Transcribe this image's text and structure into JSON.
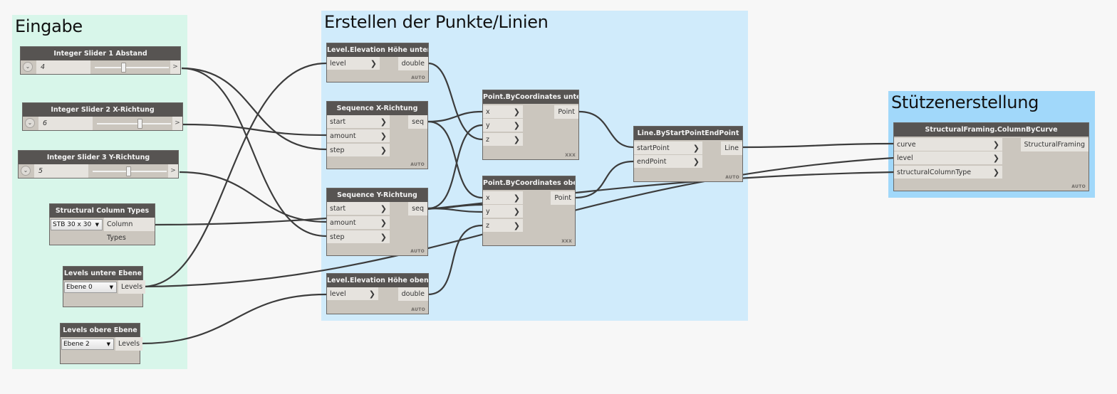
{
  "groups": [
    {
      "id": "eingabe",
      "title": "Eingabe",
      "color": "#d8f6ea"
    },
    {
      "id": "punkte",
      "title": "Erstellen der Punkte/Linien",
      "color": "#d0ebfb"
    },
    {
      "id": "stuetzen",
      "title": "Stützenerstellung",
      "color": "#a1d8fa"
    }
  ],
  "nodes": {
    "slider1": {
      "title": "Integer Slider 1 Abstand",
      "value": "4",
      "slider_fraction": 0.35,
      "output": ">"
    },
    "slider2": {
      "title": "Integer Slider 2 X-Richtung",
      "value": "6",
      "slider_fraction": 0.6,
      "output": ">"
    },
    "slider3": {
      "title": "Integer Slider 3 Y-Richtung",
      "value": "5",
      "slider_fraction": 0.5,
      "output": ">"
    },
    "column_types": {
      "title": "Structural Column Types",
      "selected": "STB 30 x 30",
      "output": "Column Types"
    },
    "levels_unten": {
      "title": "Levels untere Ebene",
      "selected": "Ebene 0",
      "output": "Levels"
    },
    "levels_oben": {
      "title": "Levels obere Ebene",
      "selected": "Ebene 2",
      "output": "Levels"
    },
    "elev_unten": {
      "title": "Level.Elevation Höhe unten",
      "inputs": [
        "level"
      ],
      "output": "double",
      "lacing": "AUTO"
    },
    "seq_x": {
      "title": "Sequence X-Richtung",
      "inputs": [
        "start",
        "amount",
        "step"
      ],
      "output": "seq",
      "lacing": "AUTO"
    },
    "seq_y": {
      "title": "Sequence Y-Richtung",
      "inputs": [
        "start",
        "amount",
        "step"
      ],
      "output": "seq",
      "lacing": "AUTO"
    },
    "elev_oben": {
      "title": "Level.Elevation Höhe oben",
      "inputs": [
        "level"
      ],
      "output": "double",
      "lacing": "AUTO"
    },
    "point_unten": {
      "title": "Point.ByCoordinates unten",
      "inputs": [
        "x",
        "y",
        "z"
      ],
      "output": "Point",
      "lacing": "XXX"
    },
    "point_oben": {
      "title": "Point.ByCoordinates oben",
      "inputs": [
        "x",
        "y",
        "z"
      ],
      "output": "Point",
      "lacing": "XXX"
    },
    "line": {
      "title": "Line.ByStartPointEndPoint",
      "inputs": [
        "startPoint",
        "endPoint"
      ],
      "output": "Line",
      "lacing": "AUTO"
    },
    "column": {
      "title": "StructuralFraming.ColumnByCurve",
      "inputs": [
        "curve",
        "level",
        "structuralColumnType"
      ],
      "output": "StructuralFraming",
      "lacing": "AUTO"
    }
  },
  "port_arrow": "❯"
}
